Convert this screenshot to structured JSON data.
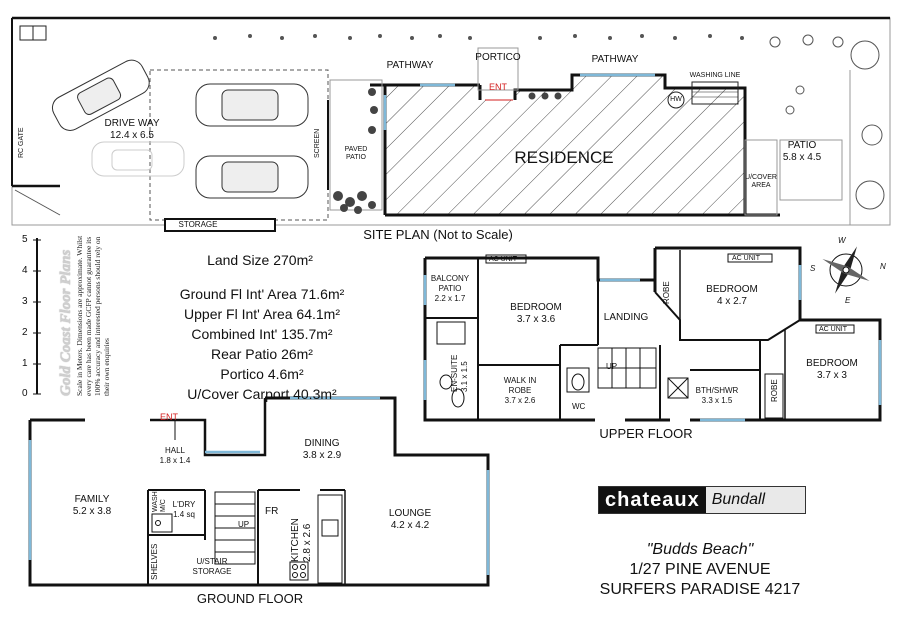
{
  "site": {
    "driveway": "DRIVE WAY",
    "driveway_dim": "12.4 x 6.5",
    "rc_gate": "RC GATE",
    "pathway_left": "PATHWAY",
    "pathway_right": "PATHWAY",
    "portico": "PORTICO",
    "ent": "ENT",
    "washing_line": "WASHING LINE",
    "hw": "HW",
    "screen": "SCREEN",
    "paved_patio": "PAVED\nPATIO",
    "residence": "RESIDENCE",
    "ucover": "U/COVER\nAREA",
    "patio": "PATIO",
    "patio_dim": "5.8 x 4.5",
    "storage": "STORAGE",
    "caption": "SITE PLAN (Not to Scale)"
  },
  "scale": {
    "ticks": [
      "5",
      "4",
      "3",
      "2",
      "1",
      "0"
    ]
  },
  "disclaimer": {
    "brand": "Gold Coast Floor Plans",
    "text": "Scale in Meters. Dimensions are approximate. Whilst every care has been made GCFP cannot guarantee its 100% accuracy and interested persons should rely on their own enquiries"
  },
  "info": {
    "land": "Land Size 270m²",
    "ground": "Ground Fl Int' Area 71.6m²",
    "upper": "Upper Fl Int' Area 64.1m²",
    "combined": "Combined Int' 135.7m²",
    "rear_patio": "Rear Patio 26m²",
    "portico": "Portico 4.6m²",
    "carport": "U/Cover Carport 40.3m²"
  },
  "upper": {
    "caption": "UPPER FLOOR",
    "ac1": "AC UNIT",
    "ac2": "AC UNIT",
    "ac3": "AC UNIT",
    "balcony": "BALCONY\nPATIO",
    "balcony_dim": "2.2 x 1.7",
    "bed1": "BEDROOM",
    "bed1_dim": "3.7 x 3.6",
    "bed2": "BEDROOM",
    "bed2_dim": "4 x 2.7",
    "bed3": "BEDROOM",
    "bed3_dim": "3.7 x 3",
    "robe1": "ROBE",
    "robe2": "ROBE",
    "landing": "LANDING",
    "ensuite": "EN-SUITE",
    "ensuite_dim": "3.1 x 1.5",
    "wir": "WALK IN\nROBE",
    "wir_dim": "3.7 x 2.6",
    "up": "UP",
    "wc": "WC",
    "bth": "BTH/SHWR",
    "bth_dim": "3.3 x 1.5"
  },
  "ground": {
    "caption": "GROUND FLOOR",
    "ent": "ENT",
    "hall": "HALL",
    "hall_dim": "1.8 x 1.4",
    "dining": "DINING",
    "dining_dim": "3.8 x 2.9",
    "family": "FAMILY",
    "family_dim": "5.2 x 3.8",
    "wash": "WASH\nM/C",
    "ldry": "L'DRY",
    "ldry_dim": "1.4 sq",
    "fr": "FR",
    "kitchen": "KITCHEN",
    "kitchen_dim": "2.8 x 2.6",
    "lounge": "LOUNGE",
    "lounge_dim": "4.2 x 4.2",
    "shelves": "SHELVES",
    "up": "UP",
    "ustair": "U/STAIR\nSTORAGE"
  },
  "compass": {
    "n": "N",
    "e": "E",
    "s": "S",
    "w": "W"
  },
  "brand": {
    "dark": "chateaux",
    "light": "Bundall"
  },
  "address": {
    "name": "\"Budds Beach\"",
    "street": "1/27 PINE AVENUE",
    "suburb": "SURFERS PARADISE 4217"
  },
  "colors": {
    "wall": "#111111",
    "window": "#7fb8d8",
    "red": "#d31f1f",
    "dash": "#555555"
  }
}
